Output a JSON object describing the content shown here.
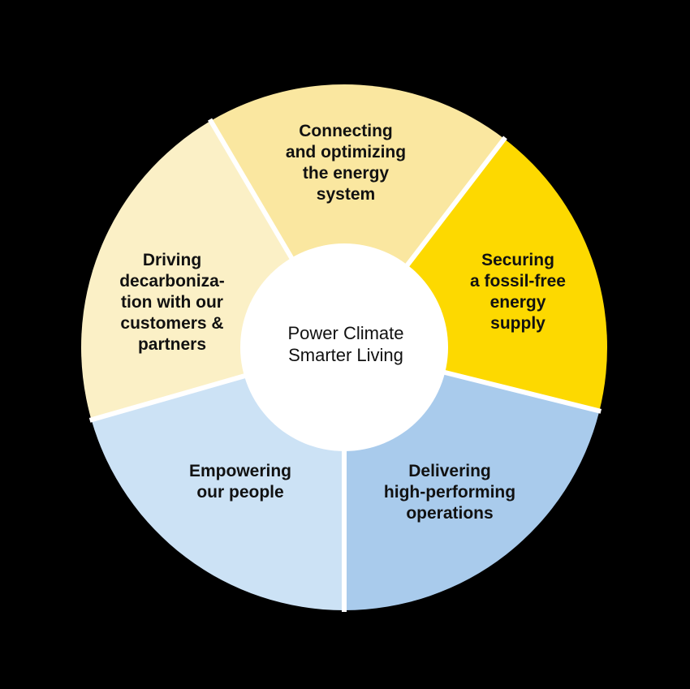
{
  "center": {
    "lines": [
      "Power Climate",
      "Smarter Living"
    ]
  },
  "segments": [
    {
      "id": "connecting",
      "color": "#FAE7A0",
      "start": -30.5,
      "end": 37.5,
      "lines": [
        "Connecting",
        "and optimizing",
        "the energy",
        "system"
      ]
    },
    {
      "id": "securing",
      "color": "#FDD900",
      "start": 37.5,
      "end": 104,
      "lines": [
        "Securing",
        "a fossil-free",
        "energy",
        "supply"
      ]
    },
    {
      "id": "delivering",
      "color": "#A9CBEC",
      "start": 104,
      "end": 180,
      "lines": [
        "Delivering",
        "high-performing",
        "operations"
      ]
    },
    {
      "id": "empowering",
      "color": "#CCE2F5",
      "start": 180,
      "end": 254,
      "lines": [
        "Empowering",
        "our people"
      ]
    },
    {
      "id": "driving",
      "color": "#FBF0C6",
      "start": 254,
      "end": 329.5,
      "lines": [
        "Driving",
        "decarboniza-",
        "tion with our",
        "customers &",
        "partners"
      ]
    }
  ]
}
